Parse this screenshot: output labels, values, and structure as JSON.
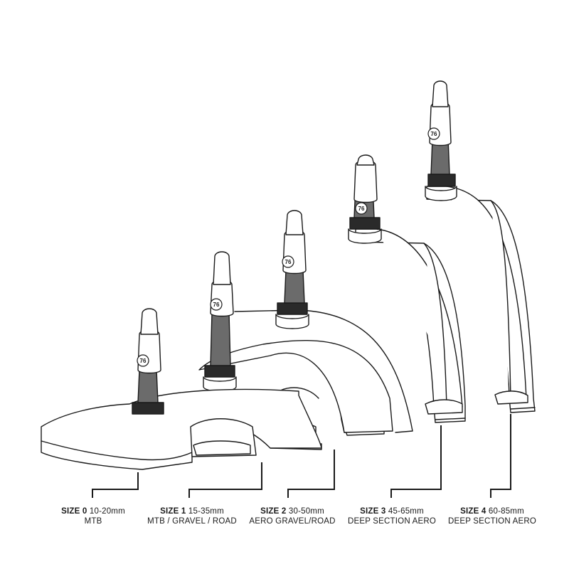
{
  "valve_badge": "76",
  "sizes": [
    {
      "size": "SIZE 0",
      "range": "10-20mm",
      "use": "MTB"
    },
    {
      "size": "SIZE 1",
      "range": "15-35mm",
      "use": "MTB / GRAVEL / ROAD"
    },
    {
      "size": "SIZE 2",
      "range": "30-50mm",
      "use": "AERO GRAVEL/ROAD"
    },
    {
      "size": "SIZE 3",
      "range": "45-65mm",
      "use": "DEEP SECTION AERO"
    },
    {
      "size": "SIZE 4",
      "range": "60-85mm",
      "use": "DEEP SECTION AERO"
    }
  ]
}
